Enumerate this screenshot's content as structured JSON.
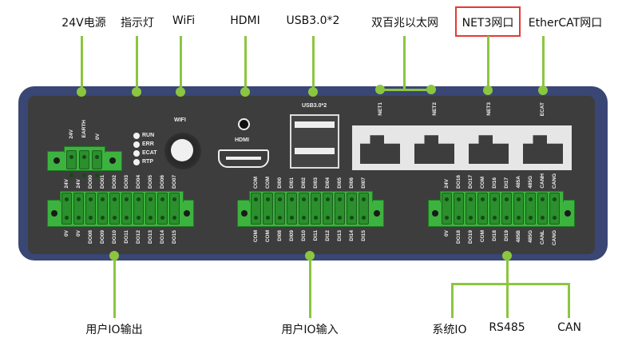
{
  "callouts_top": [
    {
      "id": "power",
      "label": "24V电源"
    },
    {
      "id": "indicator",
      "label": "指示灯"
    },
    {
      "id": "wifi",
      "label": "WiFi"
    },
    {
      "id": "hdmi",
      "label": "HDMI"
    },
    {
      "id": "usb",
      "label": "USB3.0*2"
    },
    {
      "id": "ethernet",
      "label": "双百兆以太网"
    },
    {
      "id": "net3",
      "label": "NET3网口",
      "highlighted": true
    },
    {
      "id": "ethercat",
      "label": "EtherCAT网口"
    }
  ],
  "callouts_bottom": [
    {
      "id": "io-out",
      "label": "用户IO输出"
    },
    {
      "id": "io-in",
      "label": "用户IO输入"
    },
    {
      "id": "sys-io",
      "label": "系统IO"
    },
    {
      "id": "rs485",
      "label": "RS485"
    },
    {
      "id": "can",
      "label": "CAN"
    }
  ],
  "colors": {
    "accent": "#8cc63f",
    "highlight_box": "#e53935",
    "chassis": "#3a4674",
    "panel": "#3d3d3d",
    "terminal": "#3db33f"
  },
  "panel": {
    "power_pins": [
      "24V",
      "EARTH",
      "0V"
    ],
    "leds": [
      "RUN",
      "ERR",
      "ECAT",
      "RTP"
    ],
    "wifi_label": "WIFI",
    "hdmi_label": "HDMI",
    "usb_label": "USB3.0*2",
    "eth_ports": [
      "NET1",
      "NET2",
      "NET3",
      "ECAT"
    ],
    "do_top": [
      "24V",
      "24V",
      "DO00",
      "DO01",
      "DO02",
      "DO03",
      "DO04",
      "DO05",
      "DO06",
      "DO07"
    ],
    "do_bottom": [
      "0V",
      "0V",
      "DO08",
      "DO09",
      "DO10",
      "DO11",
      "DO12",
      "DO13",
      "DO14",
      "DO15"
    ],
    "di_top": [
      "COM",
      "COM",
      "DI00",
      "DI01",
      "DI02",
      "DI03",
      "DI04",
      "DI05",
      "DI06",
      "DI07"
    ],
    "di_bottom": [
      "COM",
      "COM",
      "DI08",
      "DI09",
      "DI10",
      "DI11",
      "DI12",
      "DI13",
      "DI14",
      "DI15"
    ],
    "sys_top": [
      "24V",
      "DO16",
      "DO17",
      "COM",
      "DI16",
      "DI17",
      "485A",
      "485G",
      "CANH",
      "CANG"
    ],
    "sys_bottom": [
      "0V",
      "DO18",
      "DO19",
      "COM",
      "DI18",
      "DI19",
      "485B",
      "485G",
      "CANL",
      "CANG"
    ]
  }
}
